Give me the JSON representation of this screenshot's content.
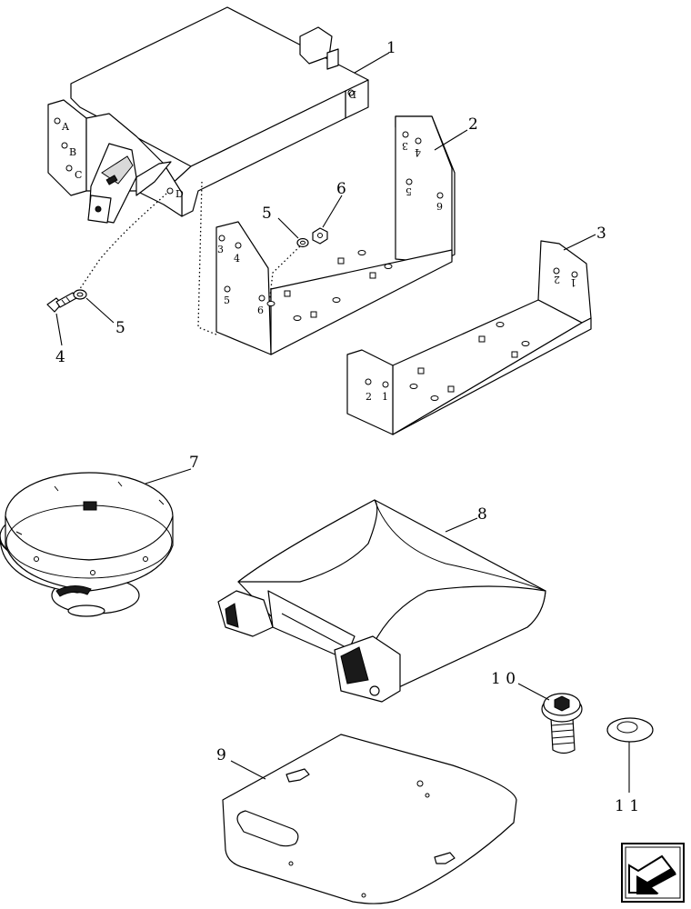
{
  "callouts": {
    "c1": "1",
    "c2": "2",
    "c3": "3",
    "c4": "4",
    "c5a": "5",
    "c5b": "5",
    "c6": "6",
    "c7": "7",
    "c8": "8",
    "c9": "9",
    "c10": "1 0",
    "c11": "1 1"
  },
  "bracket_marks": {
    "a": "A",
    "b": "B",
    "c": "C",
    "d": "D",
    "d_top": "D",
    "b2_3": "3",
    "b2_4": "4",
    "b2_5": "5",
    "b2_6": "6",
    "b2_3r": "3",
    "b2_4r": "4",
    "b2_5r": "5",
    "b2_6r": "6",
    "b3_2": "2",
    "b3_1": "1",
    "b3_2r": "2",
    "b3_1r": "1"
  },
  "icons": {
    "nav": "next-page-arrow-icon"
  }
}
